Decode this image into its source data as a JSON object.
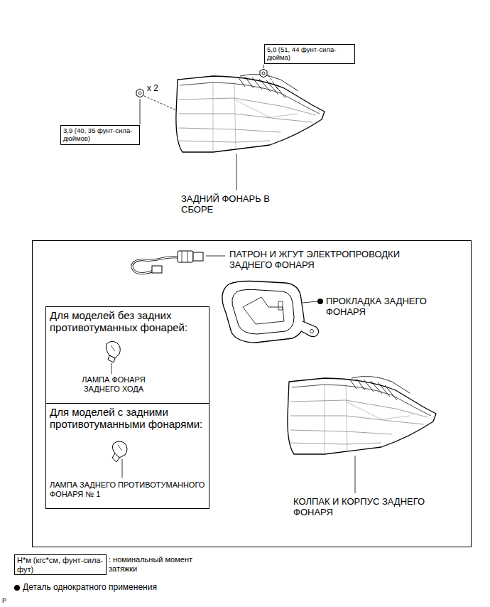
{
  "diagram": {
    "nodes": [
      {
        "text": [
          "5,0 (51, 44 фунт-сила-дюйма)"
        ]
      },
      {
        "text": [
          "3,9 (40, 35 фунт-сила-дюймов)"
        ]
      },
      {
        "text": [
          "ПАТРОН И ЖГУТ ЭЛЕКТРОПРОВОДКИ ЗАДНЕГО ФОНАРЯ",
          "ПРОКЛАДКА ЗАДНЕГО ФОНАРЯ",
          "КОЛПАК И КОРПУС ЗАДНЕГО ФОНАРЯ"
        ]
      },
      {
        "text": [
          "Для моделей без задних противотуманных фонарей:",
          "ЛАМПА ФОНАРЯ ЗАДНЕГО ХОДА"
        ],
        "in": 2
      },
      {
        "text": [
          "Для моделей с задними противотуманными фонарями:",
          "ЛАМПА ЗАДНЕГО ПРОТИВОТУМАННОГО ФОНАРЯ № 1"
        ],
        "in": 2
      },
      {
        "text": [
          "Н*м (кгс*см, фунт-сила-фут)"
        ]
      }
    ],
    "labels": [
      "x 2",
      "ЗАДНИЙ ФОНАРЬ В СБОРЕ",
      ": номинальный момент затяжки",
      "P"
    ],
    "legend": [
      {
        "text": "Деталь однократного применения"
      }
    ]
  }
}
